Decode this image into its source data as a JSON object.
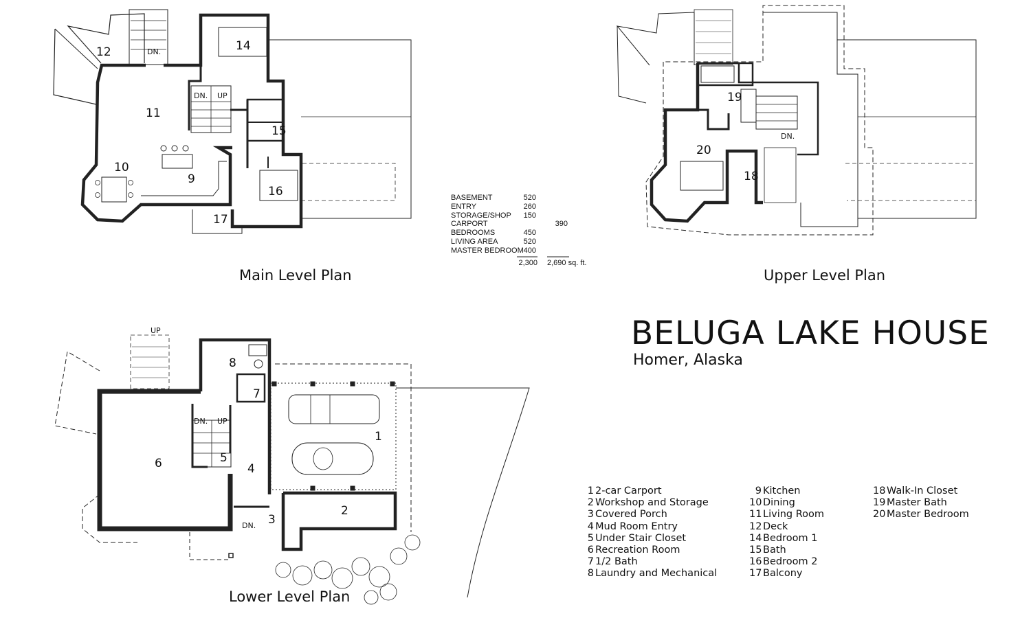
{
  "title": "BELUGA LAKE HOUSE",
  "subtitle": "Homer, Alaska",
  "plans": {
    "main": "Main Level Plan",
    "upper": "Upper Level Plan",
    "lower": "Lower Level Plan"
  },
  "plan_labels": {
    "dn": "DN.",
    "up": "UP"
  },
  "room_numbers": {
    "r1": "1",
    "r2": "2",
    "r3": "3",
    "r4": "4",
    "r5": "5",
    "r6": "6",
    "r7": "7",
    "r8": "8",
    "r9": "9",
    "r10": "10",
    "r11": "11",
    "r12": "12",
    "r14": "14",
    "r15": "15",
    "r16": "16",
    "r17": "17",
    "r18": "18",
    "r19": "19",
    "r20": "20"
  },
  "area_table": {
    "rows": [
      {
        "name": "BASEMENT",
        "value": "520",
        "extra": ""
      },
      {
        "name": "ENTRY",
        "value": "260",
        "extra": ""
      },
      {
        "name": "STORAGE/SHOP",
        "value": "150",
        "extra": ""
      },
      {
        "name": "CARPORT",
        "value": "",
        "extra": "390"
      },
      {
        "name": "BEDROOMS",
        "value": "450",
        "extra": ""
      },
      {
        "name": "LIVING AREA",
        "value": "520",
        "extra": ""
      },
      {
        "name": "MASTER BEDROOM",
        "value": "400",
        "extra": ""
      }
    ],
    "total": "2,300",
    "total_with_carport": "2,690 sq. ft."
  },
  "legend": {
    "col1": [
      {
        "num": "1",
        "label": "2-car Carport"
      },
      {
        "num": "2",
        "label": "Workshop and Storage"
      },
      {
        "num": "3",
        "label": "Covered Porch"
      },
      {
        "num": "4",
        "label": "Mud Room Entry"
      },
      {
        "num": "5",
        "label": "Under Stair Closet"
      },
      {
        "num": "6",
        "label": "Recreation Room"
      },
      {
        "num": "7",
        "label": "1/2 Bath"
      },
      {
        "num": "8",
        "label": "Laundry and Mechanical"
      }
    ],
    "col2": [
      {
        "num": "9",
        "label": "Kitchen"
      },
      {
        "num": "10",
        "label": "Dining"
      },
      {
        "num": "11",
        "label": "Living Room"
      },
      {
        "num": "12",
        "label": "Deck"
      },
      {
        "num": "14",
        "label": "Bedroom 1"
      },
      {
        "num": "15",
        "label": "Bath"
      },
      {
        "num": "16",
        "label": "Bedroom 2"
      },
      {
        "num": "17",
        "label": "Balcony"
      }
    ],
    "col3": [
      {
        "num": "18",
        "label": "Walk-In Closet"
      },
      {
        "num": "19",
        "label": "Master Bath"
      },
      {
        "num": "20",
        "label": "Master Bedroom"
      }
    ]
  }
}
